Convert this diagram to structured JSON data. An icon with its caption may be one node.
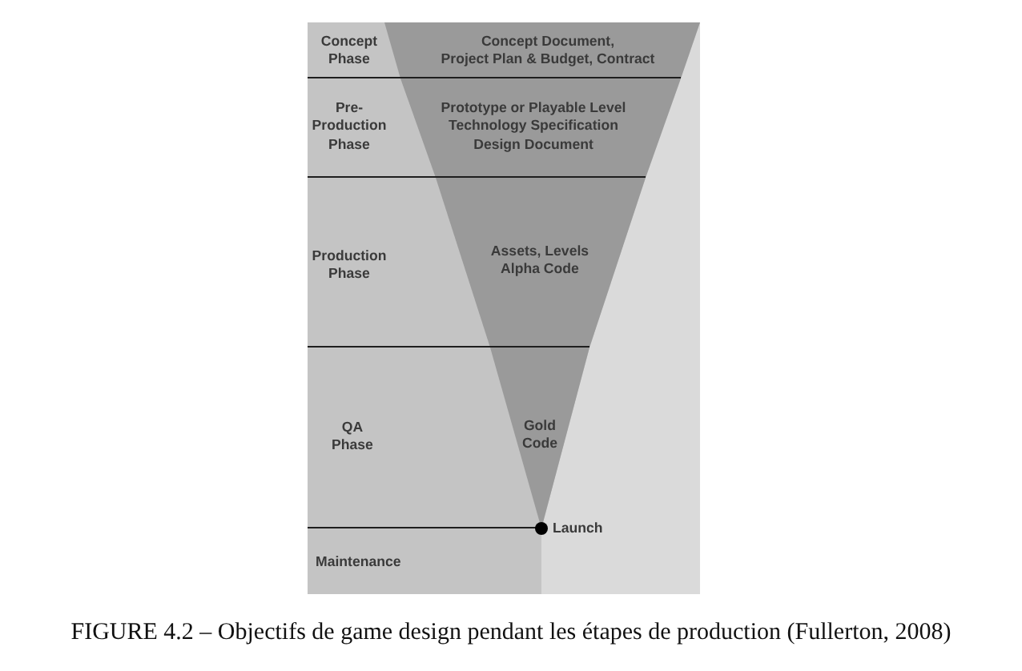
{
  "diagram": {
    "caption": "FIGURE 4.2 – Objectifs de game design pendant les étapes de production (Fullerton, 2008)",
    "nodes": [
      {
        "text": [
          "Concept Phase",
          "Concept Document,",
          "Project Plan & Budget, Contract"
        ]
      },
      {
        "text": [
          "Pre-Production Phase",
          "Prototype or Playable Level",
          "Technology Specification",
          "Design Document"
        ]
      },
      {
        "text": [
          "Production Phase",
          "Assets, Levels",
          "Alpha Code"
        ]
      },
      {
        "text": [
          "QA Phase",
          "Gold Code"
        ]
      },
      {
        "text": [],
        "shape": "circle",
        "beside": [
          "Launch"
        ]
      },
      {
        "text": [
          "Maintenance"
        ]
      }
    ]
  }
}
